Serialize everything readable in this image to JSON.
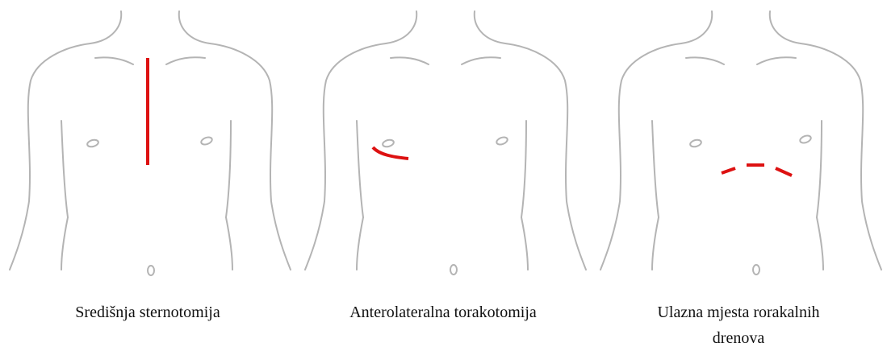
{
  "colors": {
    "outline": "#b4b4b4",
    "incision": "#dd1111",
    "text": "#111111"
  },
  "panels": [
    {
      "caption": "Središnja sternotomija",
      "incision": "midline-vertical"
    },
    {
      "caption": "Anterolateralna torakotomija",
      "incision": "curved-right-chest"
    },
    {
      "caption": "Ulazna mjesta rorakalnih drenova",
      "incision": "dashed-arc"
    }
  ]
}
